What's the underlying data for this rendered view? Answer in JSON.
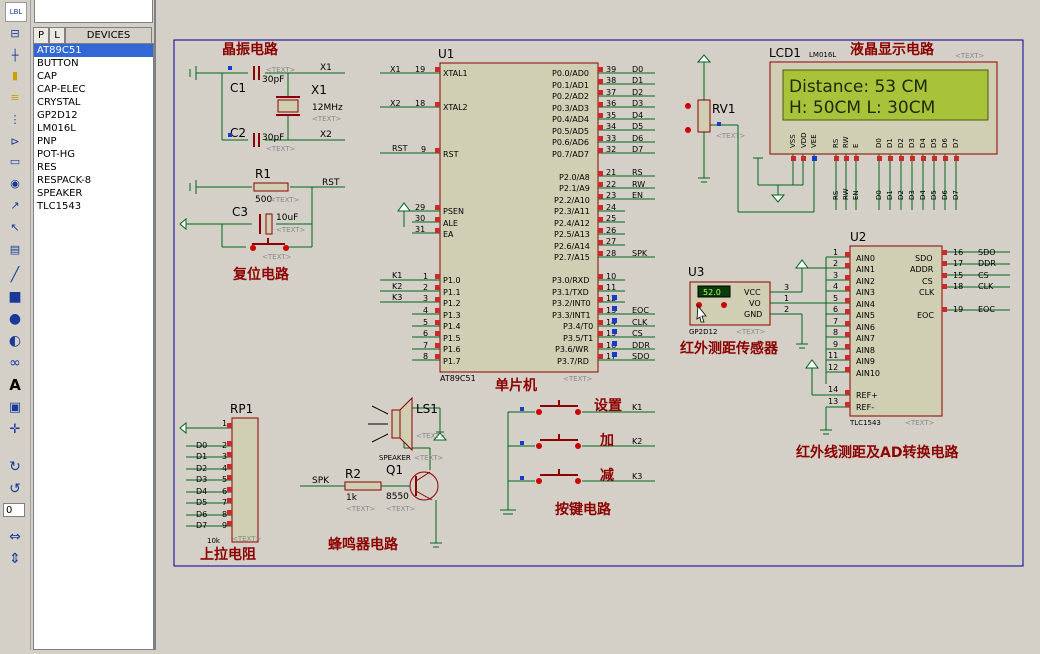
{
  "devices_tab_label": "DEVICES",
  "tab_p": "P",
  "tab_l": "L",
  "top_icon_text": "LBL",
  "zoom_value": "0",
  "devices": [
    "AT89C51",
    "BUTTON",
    "CAP",
    "CAP-ELEC",
    "CRYSTAL",
    "GP2D12",
    "LM016L",
    "PNP",
    "POT-HG",
    "RES",
    "RESPACK-8",
    "SPEAKER",
    "TLC1543"
  ],
  "selected_device": "AT89C51",
  "schematic": {
    "section_titles": {
      "crystal": "晶振电路",
      "reset": "复位电路",
      "lcd": "液晶显示电路",
      "mcu": "单片机",
      "ir_sensor": "红外测距传感器",
      "adc": "红外线测距及AD转换电路",
      "pullup": "上拉电阻",
      "buzzer": "蜂鸣器电路",
      "keys": "按键电路"
    },
    "lcd": {
      "ref": "LCD1",
      "part": "LM016L",
      "line1": "Distance:  53 CM",
      "line2": "H: 50CM  L: 30CM"
    },
    "sensor_value": "52.0",
    "keys": [
      "设置",
      "加",
      "减"
    ],
    "key_nets": [
      "K1",
      "K2",
      "K3"
    ]
  },
  "colors": {
    "wire": "#00661a",
    "part": "#8c0000",
    "body": "#d0cfb4",
    "lcd_bg": "#a8c23a",
    "title": "#8c0000",
    "frame": "#00008c"
  }
}
